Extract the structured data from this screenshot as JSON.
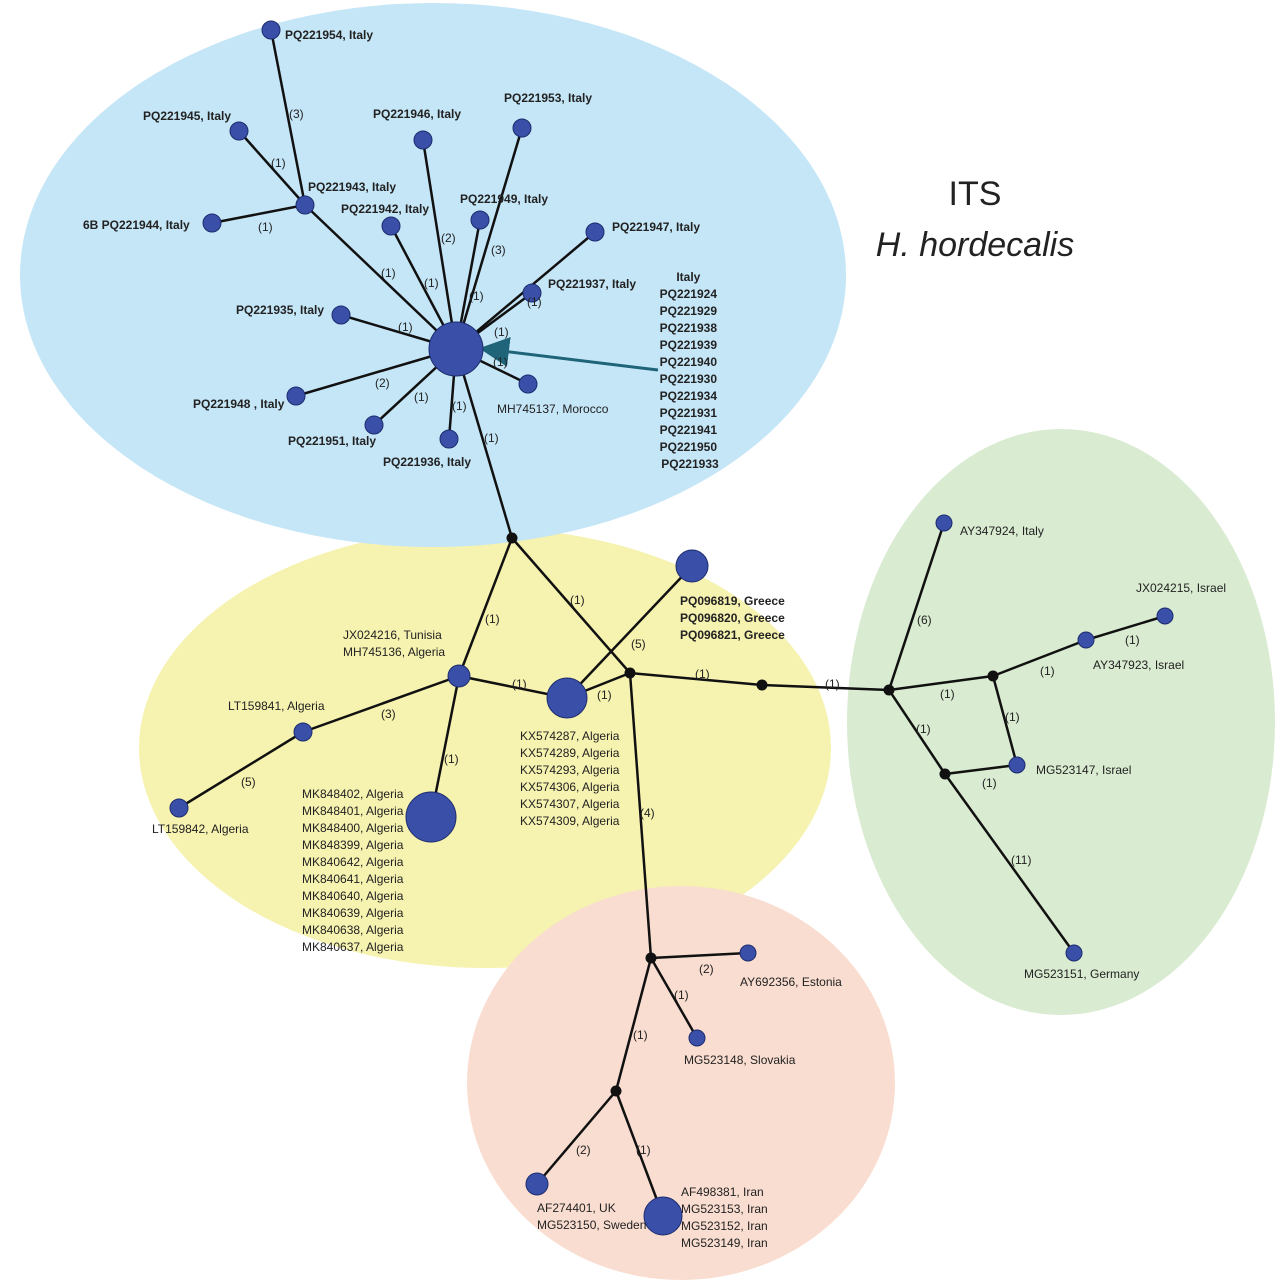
{
  "title": {
    "line1": "ITS",
    "line2": "H. hordecalis"
  },
  "colors": {
    "blue_cluster": "#c5e6f7",
    "yellow_cluster": "#f6f2b0",
    "green_cluster": "#d9ebd0",
    "pink_cluster": "#f9ddd0",
    "node_fill": "#3a4fa8",
    "median_vector": "#111111",
    "arrow": "#1f6478"
  },
  "node_labels": {
    "pq221954": "PQ221954, Italy",
    "pq221945": "PQ221945, Italy",
    "pq221946": "PQ221946, Italy",
    "pq221953": "PQ221953, Italy",
    "pq221943": "PQ221943, Italy",
    "pq221942": "PQ221942, Italy",
    "pq221949": "PQ221949, Italy",
    "pq221944": "6B PQ221944, Italy",
    "pq221947": "PQ221947, Italy",
    "pq221937": "PQ221937, Italy",
    "pq221935": "PQ221935, Italy",
    "pq221948": "PQ221948 , Italy",
    "pq221951": "PQ221951, Italy",
    "pq221936": "PQ221936, Italy",
    "mh745137": "MH745137, Morocco",
    "jx024216": [
      "JX024216, Tunisia",
      "MH745136, Algeria"
    ],
    "lt159841": "LT159841, Algeria",
    "lt159842": "LT159842, Algeria",
    "greece": [
      "PQ096819, Greece",
      "PQ096820, Greece",
      "PQ096821, Greece"
    ],
    "kx_algeria": [
      "KX574287, Algeria",
      "KX574289, Algeria",
      "KX574293, Algeria",
      "KX574306, Algeria",
      "KX574307, Algeria",
      "KX574309, Algeria"
    ],
    "mk_algeria": [
      "MK848402, Algeria",
      "MK848401, Algeria",
      "MK848400, Algeria",
      "MK848399, Algeria",
      "MK840642, Algeria",
      "MK840641, Algeria",
      "MK840640, Algeria",
      "MK840639, Algeria",
      "MK840638, Algeria",
      "MK840637, Algeria"
    ],
    "ay347924": "AY347924, Italy",
    "jx024215": "JX024215, Israel",
    "ay347923": "AY347923, Israel",
    "mg523147": "MG523147, Israel",
    "mg523151": "MG523151, Germany",
    "ay692356": "AY692356, Estonia",
    "mg523148": "MG523148, Slovakia",
    "af274401": [
      "AF274401, UK",
      "MG523150, Sweden"
    ],
    "iran": [
      "AF498381, Iran",
      "MG523153, Iran",
      "MG523152, Iran",
      "MG523149, Iran"
    ]
  },
  "italy_list": [
    "Italy",
    "PQ221924",
    "PQ221929",
    "PQ221938",
    "PQ221939",
    "PQ221940",
    "PQ221930",
    "PQ221934",
    "PQ221931",
    "PQ221941",
    "PQ221950",
    "PQ221933"
  ],
  "edge_labels": {
    "e954": "(3)",
    "e945": "(1)",
    "e944": "(1)",
    "e943": "(1)",
    "e942": "(1)",
    "e946": "(2)",
    "e949": "(3)",
    "e949b": "(1)",
    "e937": "(1)",
    "e947": "(1)",
    "e935": "(1)",
    "e948": "(2)",
    "e951": "(1)",
    "e936": "(1)",
    "e137": "(1)",
    "ehub": "(1)",
    "ea": "(1)",
    "eb": "(1)",
    "ec": "(1)",
    "ed": "(5)",
    "ee": "(1)",
    "ef": "(3)",
    "eg": "(5)",
    "eh": "(1)",
    "ei": "(4)",
    "ej": "(1)",
    "ek": "(1)",
    "el": "(6)",
    "em": "(1)",
    "en": "(1)",
    "eo": "(1)",
    "ep": "(1)",
    "eq": "(1)",
    "er": "(11)",
    "es": "(2)",
    "et": "(1)",
    "eu": "(1)",
    "ev": "(2)",
    "ew": "(1)"
  }
}
